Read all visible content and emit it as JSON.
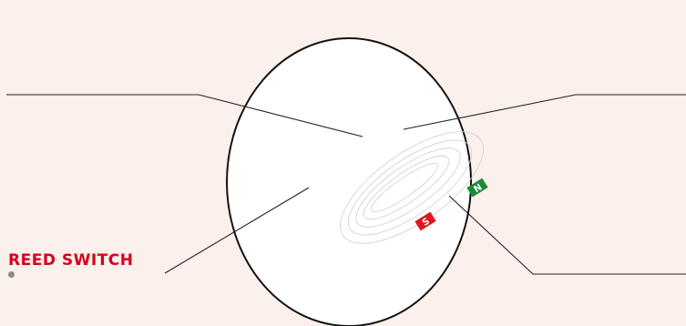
{
  "labels": {
    "reed_switch": "REED SWITCH"
  },
  "magnets": {
    "north_label": "N",
    "south_label": "S"
  },
  "colors": {
    "background": "#fbf0eb",
    "accent_red": "#d6001c",
    "magnet_north": "#1a8a3c",
    "magnet_south": "#e0161e",
    "outline": "#111111",
    "leader_line": "#222222",
    "field_line": "#cfcfcf",
    "bullet": "#8a8a8a"
  }
}
